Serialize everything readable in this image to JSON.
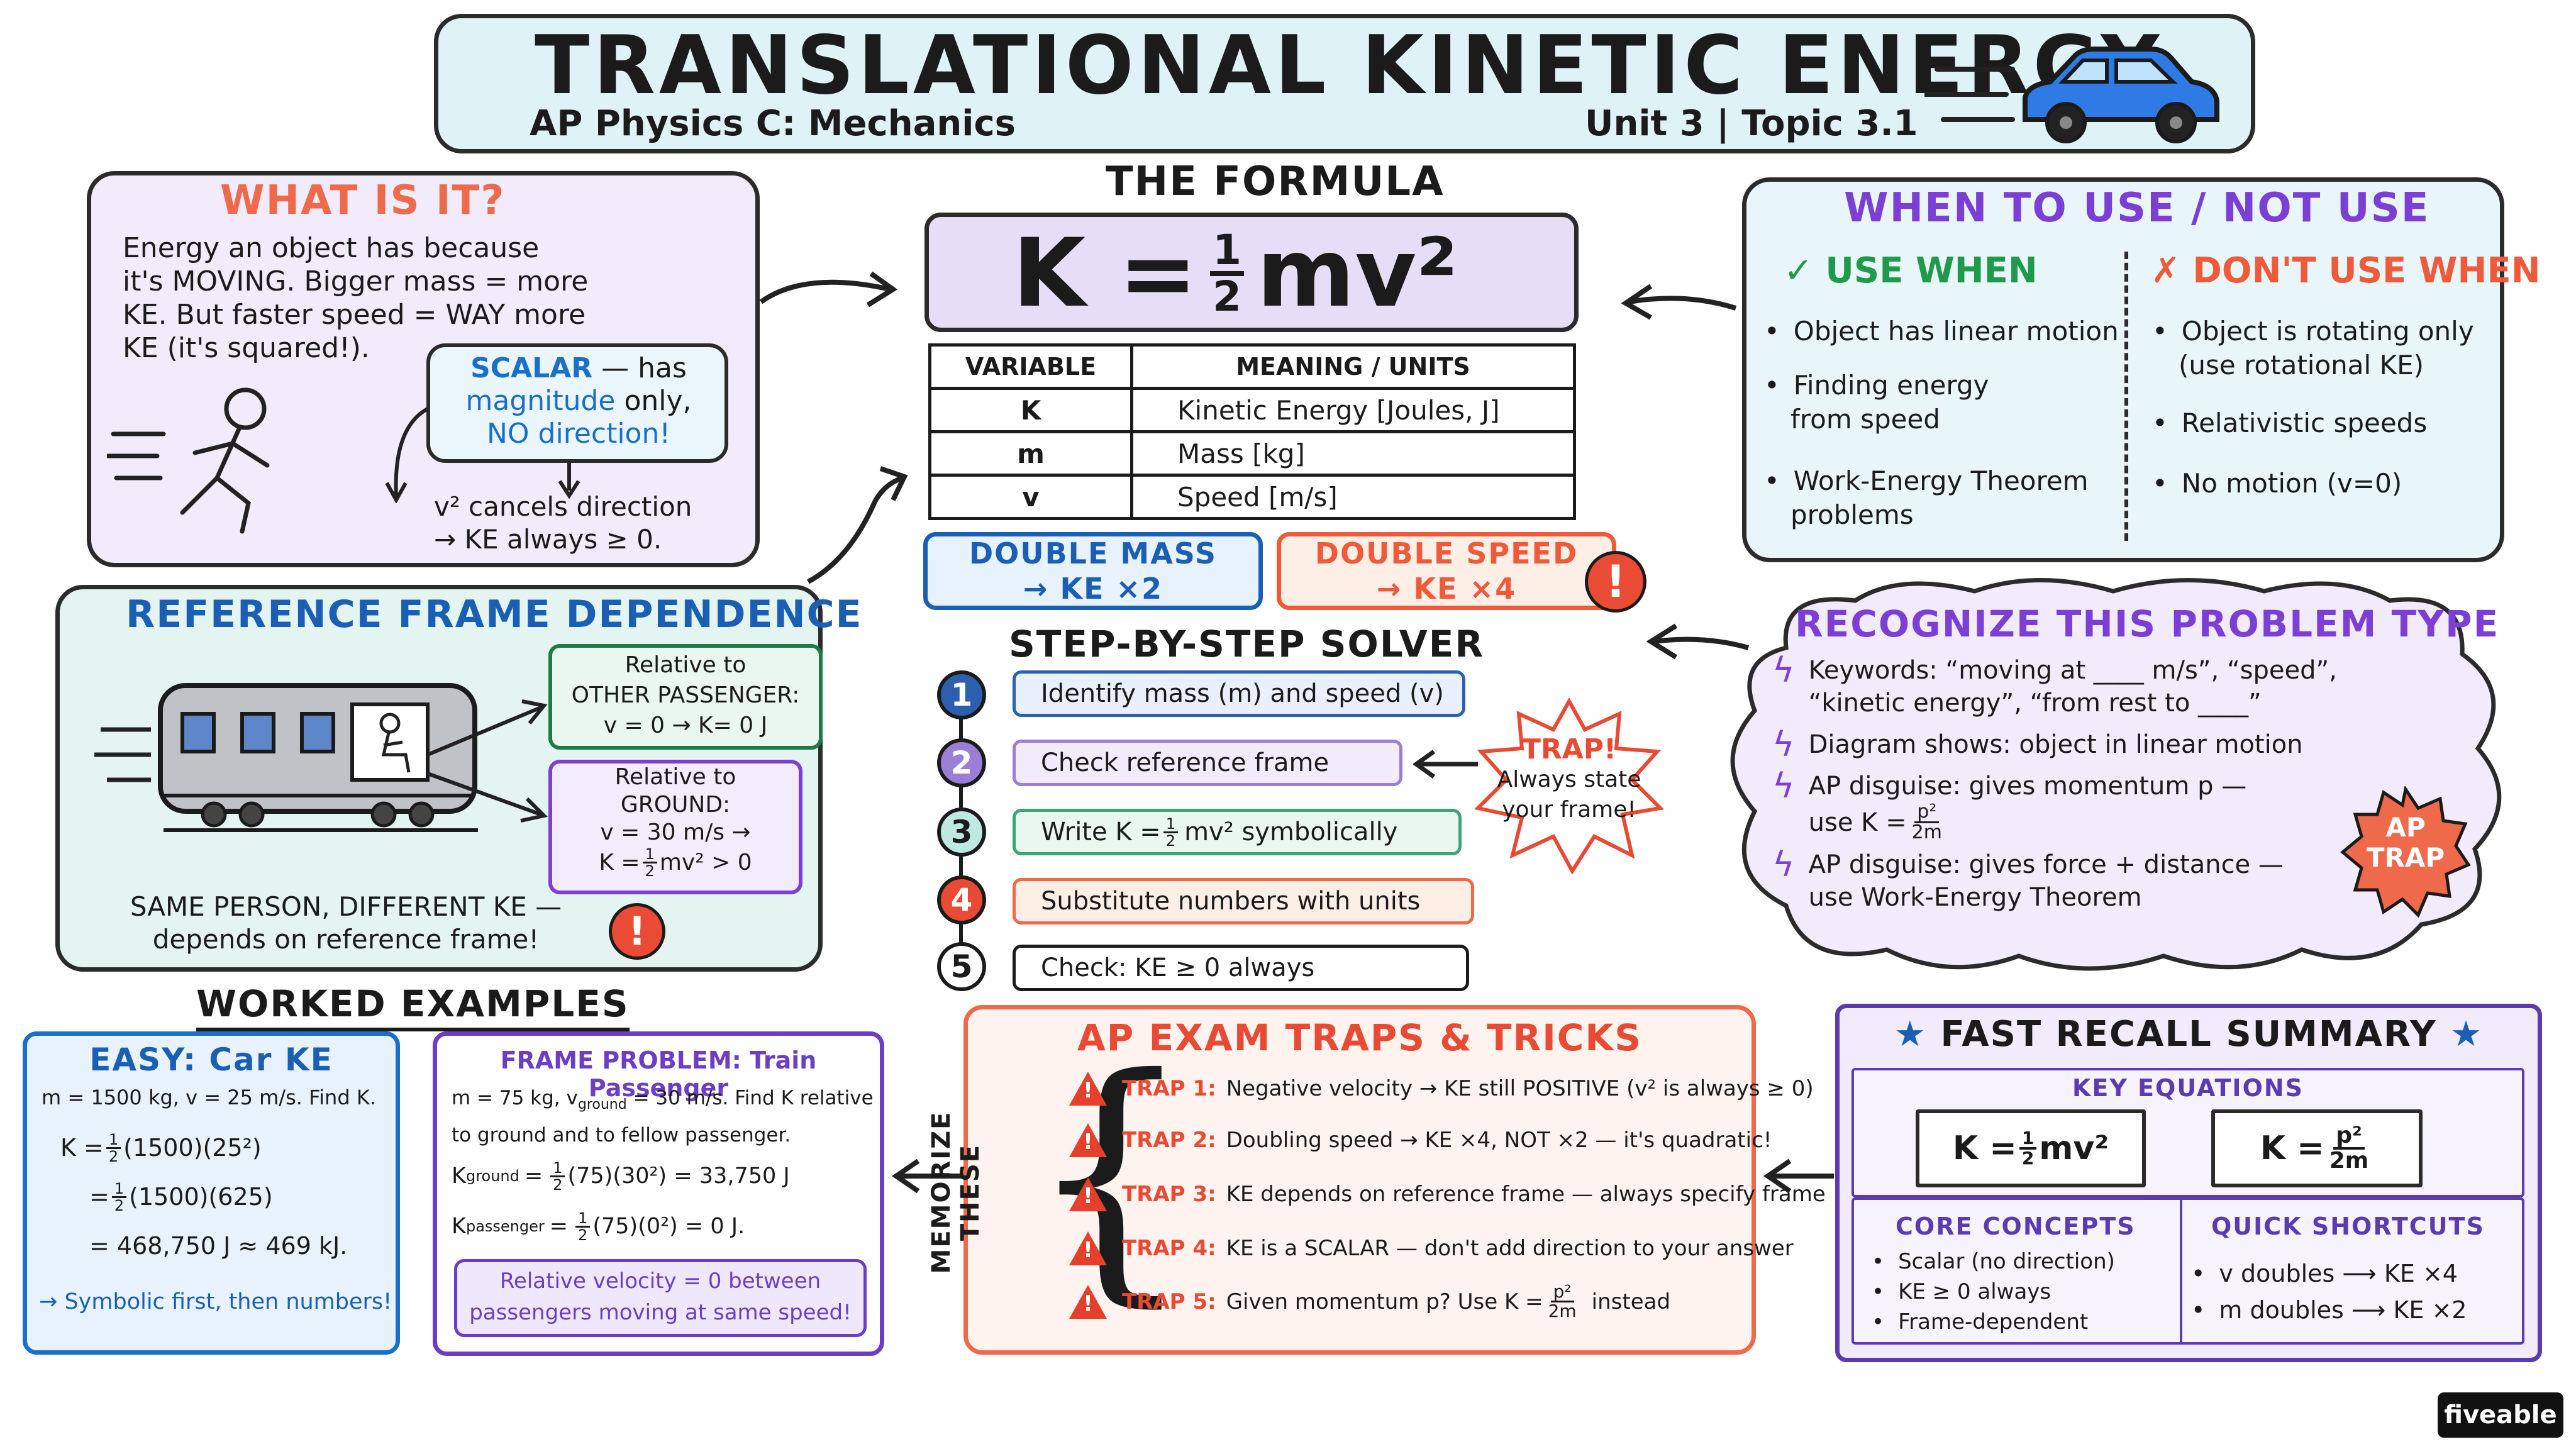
{
  "header": {
    "title": "TRANSLATIONAL KINETIC ENERGY",
    "course": "AP Physics C: Mechanics",
    "unit": "Unit 3 | Topic 3.1"
  },
  "what": {
    "title": "WHAT IS IT?",
    "lines": [
      "Energy an object has because",
      "it's MOVING. Bigger mass = more",
      "KE. But faster speed = WAY more",
      "KE (it's squared!)."
    ],
    "scalar_word": "SCALAR",
    "scalar_rest": " — has",
    "magnitude_word": "magnitude",
    "only": " only,",
    "no_direction": "NO direction!",
    "cancel1": "v² cancels direction",
    "cancel2": "→ KE always ≥ 0."
  },
  "formula": {
    "title": "THE FORMULA",
    "lhs": "K =",
    "num": "1",
    "den": "2",
    "rhs": "mv²",
    "table": {
      "headers": [
        "VARIABLE",
        "MEANING / UNITS"
      ],
      "rows": [
        [
          "K",
          "Kinetic Energy [Joules, J]"
        ],
        [
          "m",
          "Mass [kg]"
        ],
        [
          "v",
          "Speed [m/s]"
        ]
      ]
    },
    "double_mass_1": "DOUBLE MASS",
    "double_mass_2": "→ KE ×2",
    "double_speed_1": "DOUBLE SPEED",
    "double_speed_2": "→ KE ×4"
  },
  "when": {
    "title": "WHEN TO USE / NOT USE",
    "use_title": "USE WHEN",
    "dont_title": "DON'T USE WHEN",
    "use_items": [
      [
        "Object has linear motion"
      ],
      [
        "Finding energy",
        "from speed"
      ],
      [
        "Work-Energy Theorem",
        "problems"
      ]
    ],
    "dont_items": [
      [
        "Object is rotating only",
        "(use rotational KE)"
      ],
      [
        "Relativistic speeds"
      ],
      [
        "No motion (v=0)"
      ]
    ]
  },
  "frame": {
    "title": "REFERENCE FRAME DEPENDENCE",
    "box1_1": "Relative to",
    "box1_2": "OTHER PASSENGER:",
    "box1_3": "v = 0 → K= 0 J",
    "box2_1": "Relative to",
    "box2_2": "GROUND:",
    "box2_3": "v = 30 m/s →",
    "box2_4a": "K =",
    "box2_4b": "mv² > 0",
    "half_n": "1",
    "half_d": "2",
    "bottom1": "SAME PERSON, DIFFERENT KE —",
    "bottom2": "depends on reference frame!"
  },
  "solver": {
    "title": "STEP-BY-STEP SOLVER",
    "steps": [
      "Identify mass (m) and speed (v)",
      "Check reference frame",
      "Write K = ",
      "Substitute numbers with units",
      "Check: KE ≥ 0 always"
    ],
    "step3_tail": "mv² symbolically",
    "numbers": [
      "1",
      "2",
      "3",
      "4",
      "5"
    ],
    "trap_title": "TRAP!",
    "trap_1": "Always state",
    "trap_2": "your frame!"
  },
  "recognize": {
    "title": "RECOGNIZE THIS PROBLEM TYPE",
    "k1": "Keywords: “moving at ____ m/s”, “speed”,",
    "k2": "“kinetic energy”, “from rest to ____”",
    "d1": "Diagram shows: object in linear motion",
    "a1": "AP disguise: gives momentum p —",
    "a1b": "use K =",
    "p2": "p²",
    "twom": "2m",
    "a2": "AP disguise: gives force + distance —",
    "a2b": "use Work-Energy Theorem",
    "badge1": "AP",
    "badge2": "TRAP"
  },
  "worked": {
    "title": "WORKED EXAMPLES",
    "easy_title": "EASY: Car KE",
    "easy_given": "m = 1500 kg, v = 25 m/s. Find K.",
    "easy_l1": "(1500)(25²)",
    "easy_l2": "(1500)(625)",
    "easy_l3": "= 468,750 J ≈ 469 kJ.",
    "k_eq": "K =",
    "eq": "=",
    "easy_tip": "→ Symbolic first, then numbers!",
    "frame_title": "FRAME PROBLEM: Train Passenger",
    "frame_given1": "m = 75 kg, v",
    "frame_given_sub": "ground",
    "frame_given2": " = 30 m/s. Find K relative",
    "frame_given3": "to ground and to fellow passenger.",
    "kg": "K",
    "kg_sub": "ground",
    "kg_eq": "(75)(30²) = 33,750 J",
    "kp_sub": "passenger",
    "kp_eq": "(75)(0²) = 0 J.",
    "note1": "Relative velocity = 0 between",
    "note2": "passengers moving at same speed!"
  },
  "traps": {
    "title": "AP EXAM TRAPS & TRICKS",
    "side": "MEMORIZE THESE",
    "items": [
      {
        "label": "TRAP 1:",
        "text": "Negative velocity → KE still POSITIVE (v² is always ≥ 0)"
      },
      {
        "label": "TRAP 2:",
        "text": "Doubling speed → KE ×4, NOT ×2 — it's quadratic!"
      },
      {
        "label": "TRAP 3:",
        "text": "KE depends on reference frame — always specify frame"
      },
      {
        "label": "TRAP 4:",
        "text": "KE is a SCALAR — don't add direction to your answer"
      },
      {
        "label": "TRAP 5:",
        "text": "Given momentum p? Use K ="
      }
    ],
    "instead": "instead",
    "p2": "p²",
    "twom": "2m"
  },
  "recall": {
    "title": "FAST RECALL SUMMARY",
    "key_eq": "KEY EQUATIONS",
    "eq1a": "K =",
    "eq1b": "mv²",
    "eq2a": "K =",
    "p2": "p²",
    "twom": "2m",
    "core_title": "CORE CONCEPTS",
    "core": [
      "Scalar (no direction)",
      "KE ≥ 0 always",
      "Frame-dependent"
    ],
    "quick_title": "QUICK SHORTCUTS",
    "quick": [
      "v doubles ⟶ KE ×4",
      "m doubles ⟶ KE ×2"
    ]
  },
  "brand": "fiveable"
}
